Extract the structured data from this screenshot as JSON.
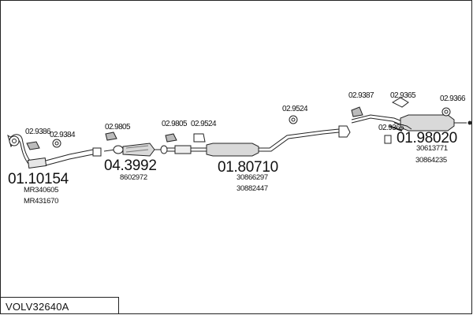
{
  "title": "VOLV32640A",
  "groups": [
    {
      "part": "01.10154",
      "oem": [
        "MR340605",
        "MR431670"
      ],
      "refs": [
        "02.9386",
        "02.9384"
      ]
    },
    {
      "part": "04.3992",
      "oem": [
        "8602972"
      ],
      "refs": [
        "02.9805"
      ]
    },
    {
      "part": "01.80710",
      "oem": [
        "30866297",
        "30882447"
      ],
      "refs": [
        "02.9805",
        "02.9524",
        "02.9524"
      ]
    },
    {
      "part": "01.98020",
      "oem": [
        "30613771",
        "30864235"
      ],
      "refs": [
        "02.9387",
        "02.9365",
        "02.9366",
        "02.9365"
      ]
    }
  ],
  "colors": {
    "line": "#222222",
    "fill": "#d9d9d9",
    "dark": "#555555"
  }
}
